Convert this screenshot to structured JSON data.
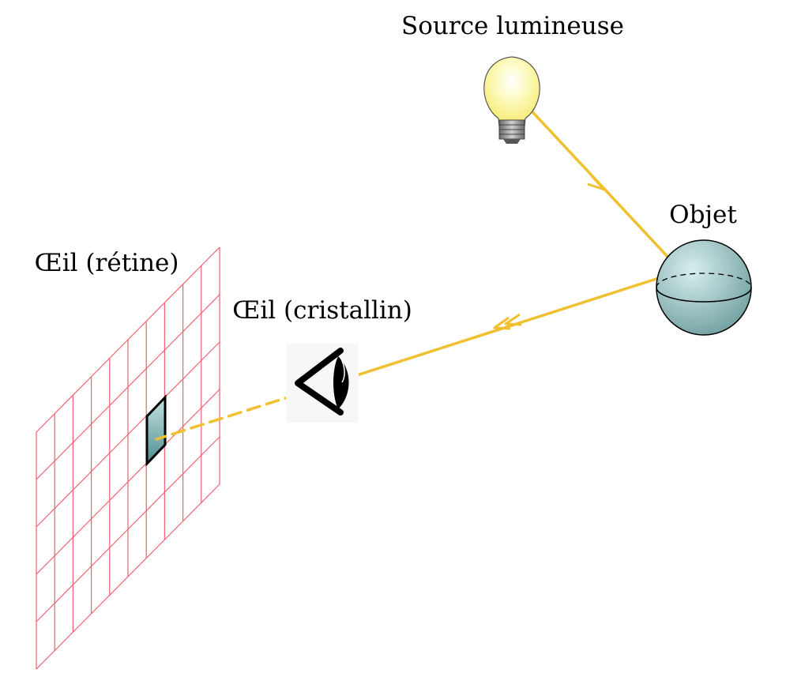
{
  "labels": {
    "light_source": "Source lumineuse",
    "object": "Objet",
    "retina": "Œil (rétine)",
    "lens": "Œil (cristallin)"
  },
  "colors": {
    "ray": "#f0c030",
    "grid": "#f06070",
    "outline": "#000000",
    "sphere_light": "#d8eeee",
    "sphere_dark": "#6f9ea0",
    "bulb_glass": "#fbf690",
    "bulb_base": "#8a8a8a",
    "pixel_light": "#c7e3e3",
    "pixel_dark": "#4e8f90"
  },
  "icons": {
    "light_source": "light-bulb-icon",
    "object": "sphere-icon",
    "lens": "eye-icon"
  }
}
